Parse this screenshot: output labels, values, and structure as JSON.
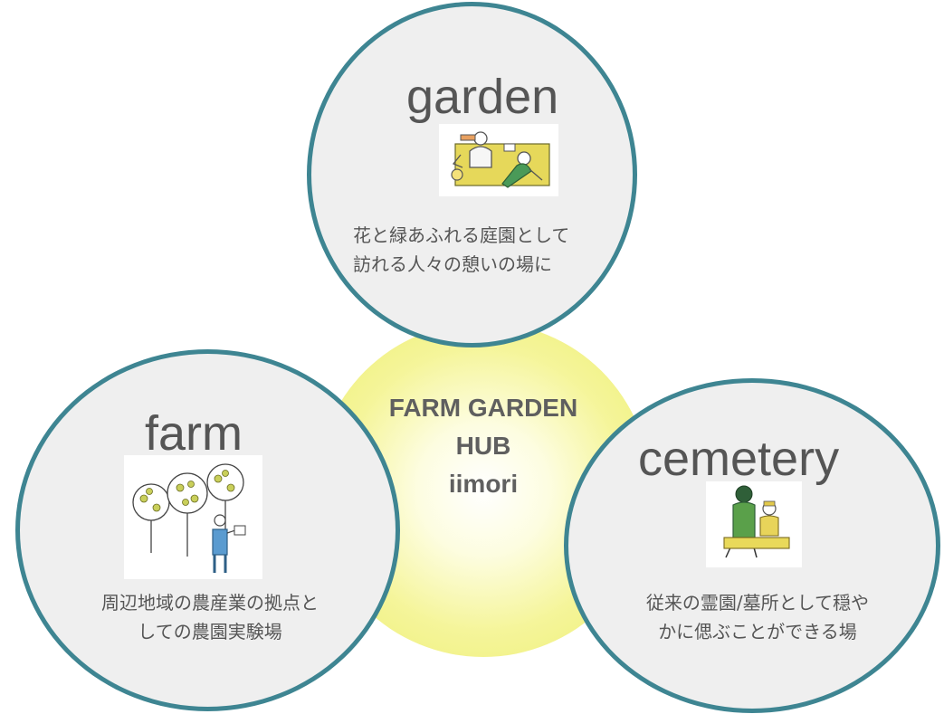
{
  "hub": {
    "lines": [
      "FARM GARDEN",
      "HUB",
      "iimori"
    ]
  },
  "garden": {
    "title": "garden",
    "desc_lines": [
      "花と緑あふれる庭園として",
      "訪れる人々の憩いの場に"
    ],
    "icon": "picnic-illustration"
  },
  "farm": {
    "title": "farm",
    "desc_lines": [
      "周辺地域の農産業の拠点と",
      "しての農園実験場"
    ],
    "icon": "orchard-illustration"
  },
  "cemetery": {
    "title": "cemetery",
    "desc_lines": [
      "従来の霊園/墓所として穏や",
      "かに偲ぶことができる場"
    ],
    "icon": "memorial-bench-illustration"
  },
  "colors": {
    "bubble_border": "#3e8592",
    "bubble_fill": "#efefef",
    "hub_glow": "#ecee70",
    "text": "#555555"
  }
}
